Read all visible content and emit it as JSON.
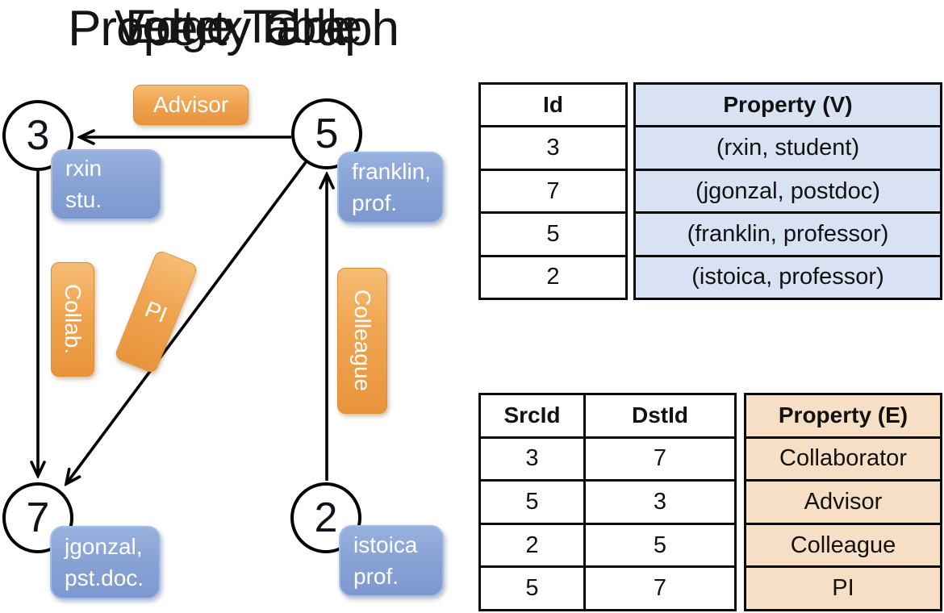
{
  "colors": {
    "edge_label_orange_top": "#f6bc74",
    "edge_label_orange_bottom": "#e8943c",
    "edge_label_border": "#de8e35",
    "vertex_box_blue_top": "#97b2de",
    "vertex_box_blue_bottom": "#7c98ce",
    "vertex_box_border": "#a6bce4",
    "vertex_table_cell_bg": "#d9e2f3",
    "edge_table_cell_bg": "#f6dfc5",
    "line_color": "#000000"
  },
  "graph": {
    "title": "Property Graph",
    "nodes": [
      {
        "id": "3",
        "property_line1": "rxin",
        "property_line2": "stu."
      },
      {
        "id": "5",
        "property_line1": "franklin,",
        "property_line2": "prof."
      },
      {
        "id": "7",
        "property_line1": "jgonzal,",
        "property_line2": "pst.doc."
      },
      {
        "id": "2",
        "property_line1": "istoica",
        "property_line2": "prof."
      }
    ],
    "edges": [
      {
        "src": "5",
        "dst": "3",
        "label": "Advisor"
      },
      {
        "src": "3",
        "dst": "7",
        "label": "Collab."
      },
      {
        "src": "5",
        "dst": "7",
        "label": "PI"
      },
      {
        "src": "2",
        "dst": "5",
        "label": "Colleague"
      }
    ]
  },
  "vertex_table": {
    "title": "Vertex Table",
    "headers": {
      "id": "Id",
      "property": "Property (V)"
    },
    "rows": [
      {
        "id": "3",
        "property": "(rxin, student)"
      },
      {
        "id": "7",
        "property": "(jgonzal, postdoc)"
      },
      {
        "id": "5",
        "property": "(franklin, professor)"
      },
      {
        "id": "2",
        "property": "(istoica, professor)"
      }
    ]
  },
  "edge_table": {
    "title": "Edge Table",
    "headers": {
      "src": "SrcId",
      "dst": "DstId",
      "property": "Property (E)"
    },
    "rows": [
      {
        "src": "3",
        "dst": "7",
        "property": "Collaborator"
      },
      {
        "src": "5",
        "dst": "3",
        "property": "Advisor"
      },
      {
        "src": "2",
        "dst": "5",
        "property": "Colleague"
      },
      {
        "src": "5",
        "dst": "7",
        "property": "PI"
      }
    ]
  }
}
